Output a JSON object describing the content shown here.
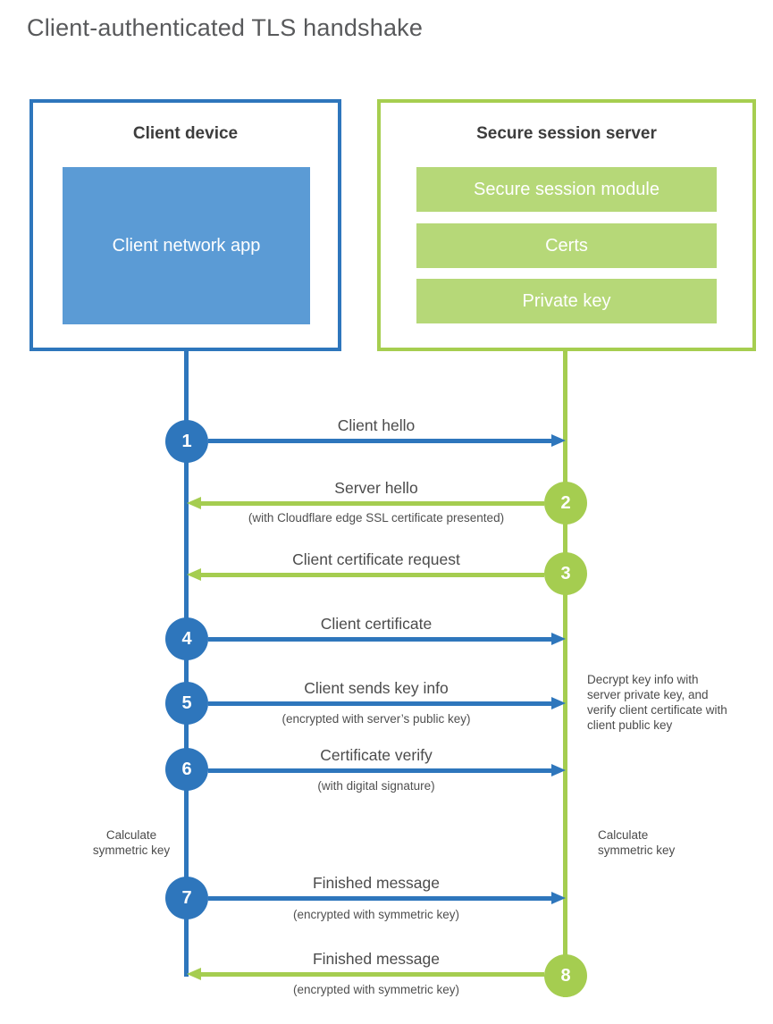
{
  "title": "Client-authenticated TLS handshake",
  "colors": {
    "blue": "#2e76bc",
    "blue_light": "#5b9bd5",
    "green": "#a5cd50",
    "green_light": "#b6d878",
    "title_text": "#58595b",
    "label_text": "#4b4b4b"
  },
  "client_box": {
    "title": "Client device",
    "app_label": "Client network app"
  },
  "server_box": {
    "title": "Secure session server",
    "modules": [
      "Secure session module",
      "Certs",
      "Private key"
    ]
  },
  "steps": [
    {
      "num": "1",
      "label": "Client hello",
      "sub": "",
      "direction": "right",
      "from": "client"
    },
    {
      "num": "2",
      "label": "Server hello",
      "sub": "(with Cloudflare edge SSL certificate presented)",
      "direction": "left",
      "from": "server"
    },
    {
      "num": "3",
      "label": "Client certificate request",
      "sub": "",
      "direction": "left",
      "from": "server"
    },
    {
      "num": "4",
      "label": "Client certificate",
      "sub": "",
      "direction": "right",
      "from": "client"
    },
    {
      "num": "5",
      "label": "Client sends key info",
      "sub": "(encrypted with server’s public key)",
      "direction": "right",
      "from": "client"
    },
    {
      "num": "6",
      "label": "Certificate verify",
      "sub": "(with digital signature)",
      "direction": "right",
      "from": "client"
    },
    {
      "num": "7",
      "label": "Finished message",
      "sub": "(encrypted with symmetric key)",
      "direction": "right",
      "from": "client"
    },
    {
      "num": "8",
      "label": "Finished message",
      "sub": "(encrypted with symmetric key)",
      "direction": "left",
      "from": "server"
    }
  ],
  "notes": {
    "server_note": "Decrypt key info with server private key, and verify client certificate with client public key",
    "calc_left": "Calculate symmetric key",
    "calc_right": "Calculate symmetric key"
  }
}
